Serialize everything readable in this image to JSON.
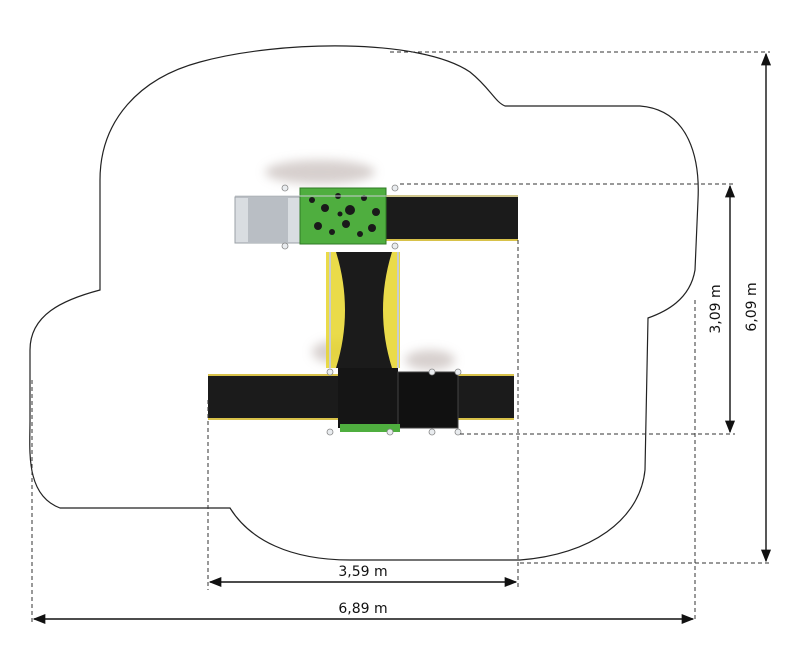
{
  "dimensions": {
    "inner_width": "3,59 m",
    "outer_width": "6,89 m",
    "inner_depth": "3,09 m",
    "outer_depth": "6,09 m"
  },
  "colors": {
    "deck": "#1b1b1b",
    "deck_edge": "#d8c24a",
    "climbing_panel": "#4fae3f",
    "climbing_holds": "#1a1a1a",
    "yellow_panel": "#e6d52a",
    "steel": "#c8ccd0",
    "outline": "#222222",
    "shadow": "#bfb6b4"
  }
}
